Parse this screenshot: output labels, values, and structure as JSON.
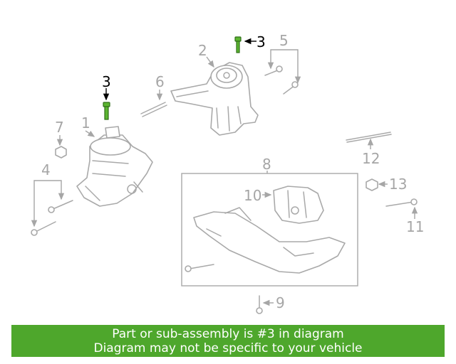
{
  "diagram": {
    "callouts": {
      "c1": "1",
      "c2": "2",
      "c3a": "3",
      "c3b": "3",
      "c4": "4",
      "c5": "5",
      "c6": "6",
      "c7": "7",
      "c8": "8",
      "c9": "9",
      "c10": "10",
      "c11": "11",
      "c12": "12",
      "c13": "13"
    },
    "highlight_part": "3",
    "colors": {
      "highlight": "#5cb531",
      "line_art": "#a9a9a9",
      "banner": "#4ea72c"
    }
  },
  "banner": {
    "line1": "Part or sub-assembly is #3 in diagram",
    "line2": "Diagram may not be specific to your vehicle"
  }
}
